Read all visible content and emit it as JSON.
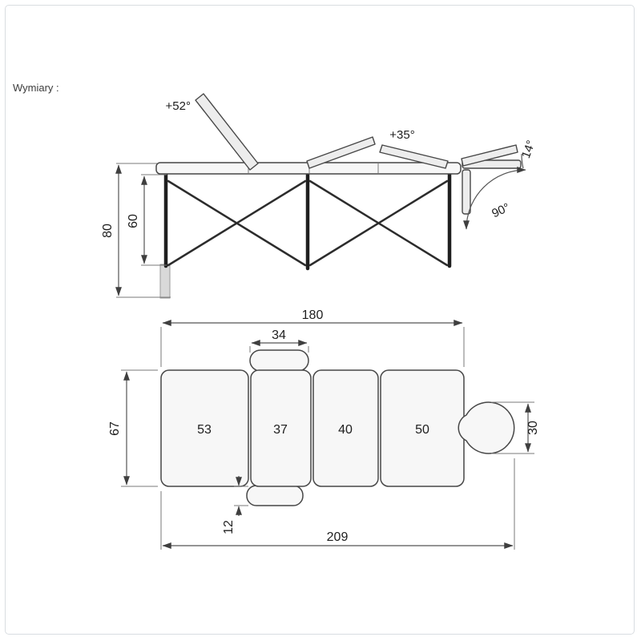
{
  "page": {
    "label": "Wymiary :"
  },
  "side_view": {
    "angles": {
      "backrest": "+52°",
      "legrest": "+35°",
      "headrest_up": "14°",
      "headrest_down": "90°"
    },
    "dimensions": {
      "total_height": "80",
      "frame_height": "60"
    }
  },
  "top_view": {
    "dimensions": {
      "bed_length": "180",
      "armrest_length": "34",
      "section_widths": [
        "53",
        "37",
        "40",
        "50"
      ],
      "bed_width": "67",
      "headrest_width": "30",
      "armrest_offset": "12",
      "total_length": "209"
    }
  }
}
